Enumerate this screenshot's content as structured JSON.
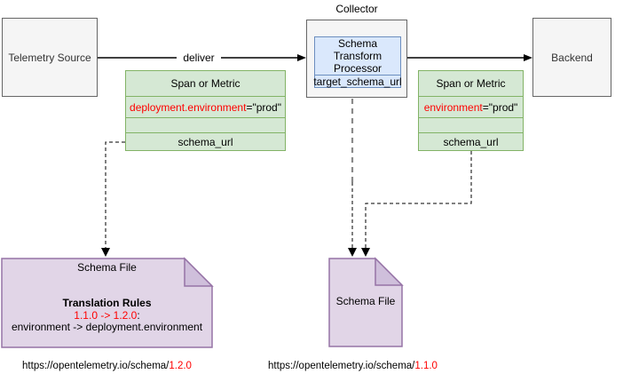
{
  "diagram": {
    "telemetry_source": {
      "label": "Telemetry Source"
    },
    "collector": {
      "label": "Collector"
    },
    "processor": {
      "title_line1": "Schema Transform",
      "title_line2": "Processor",
      "field": "target_schema_url"
    },
    "backend": {
      "label": "Backend"
    },
    "edges": {
      "deliver_label": "deliver"
    },
    "span_left": {
      "title": "Span or Metric",
      "attr_name": "deployment.environment",
      "attr_value": "=\"prod\"",
      "field": "schema_url"
    },
    "span_right": {
      "title": "Span or Metric",
      "attr_name": "environment",
      "attr_value": "=\"prod\"",
      "field": "schema_url"
    },
    "schema_file_left": {
      "title": "Schema File",
      "rules_heading": "Translation Rules",
      "version_mapping": "1.1.0 -> 1.2.0",
      "version_mapping_suffix": ":",
      "rule": "environment -> deployment.environment",
      "url_base": "https://opentelemetry.io/schema/",
      "url_version": "1.2.0"
    },
    "schema_file_mid": {
      "title": "Schema File",
      "url_base": "https://opentelemetry.io/schema/",
      "url_version": "1.1.0"
    },
    "colors": {
      "green_fill": "#d5e8d4",
      "green_stroke": "#82b366",
      "blue_fill": "#dae8fc",
      "blue_stroke": "#6c8ebf",
      "purple_fill": "#e1d5e7",
      "purple_fold": "#cfbfdb",
      "purple_stroke": "#9673a6",
      "gray_fill": "#f5f5f5",
      "gray_stroke": "#666666",
      "red_text": "#ff0000"
    }
  }
}
